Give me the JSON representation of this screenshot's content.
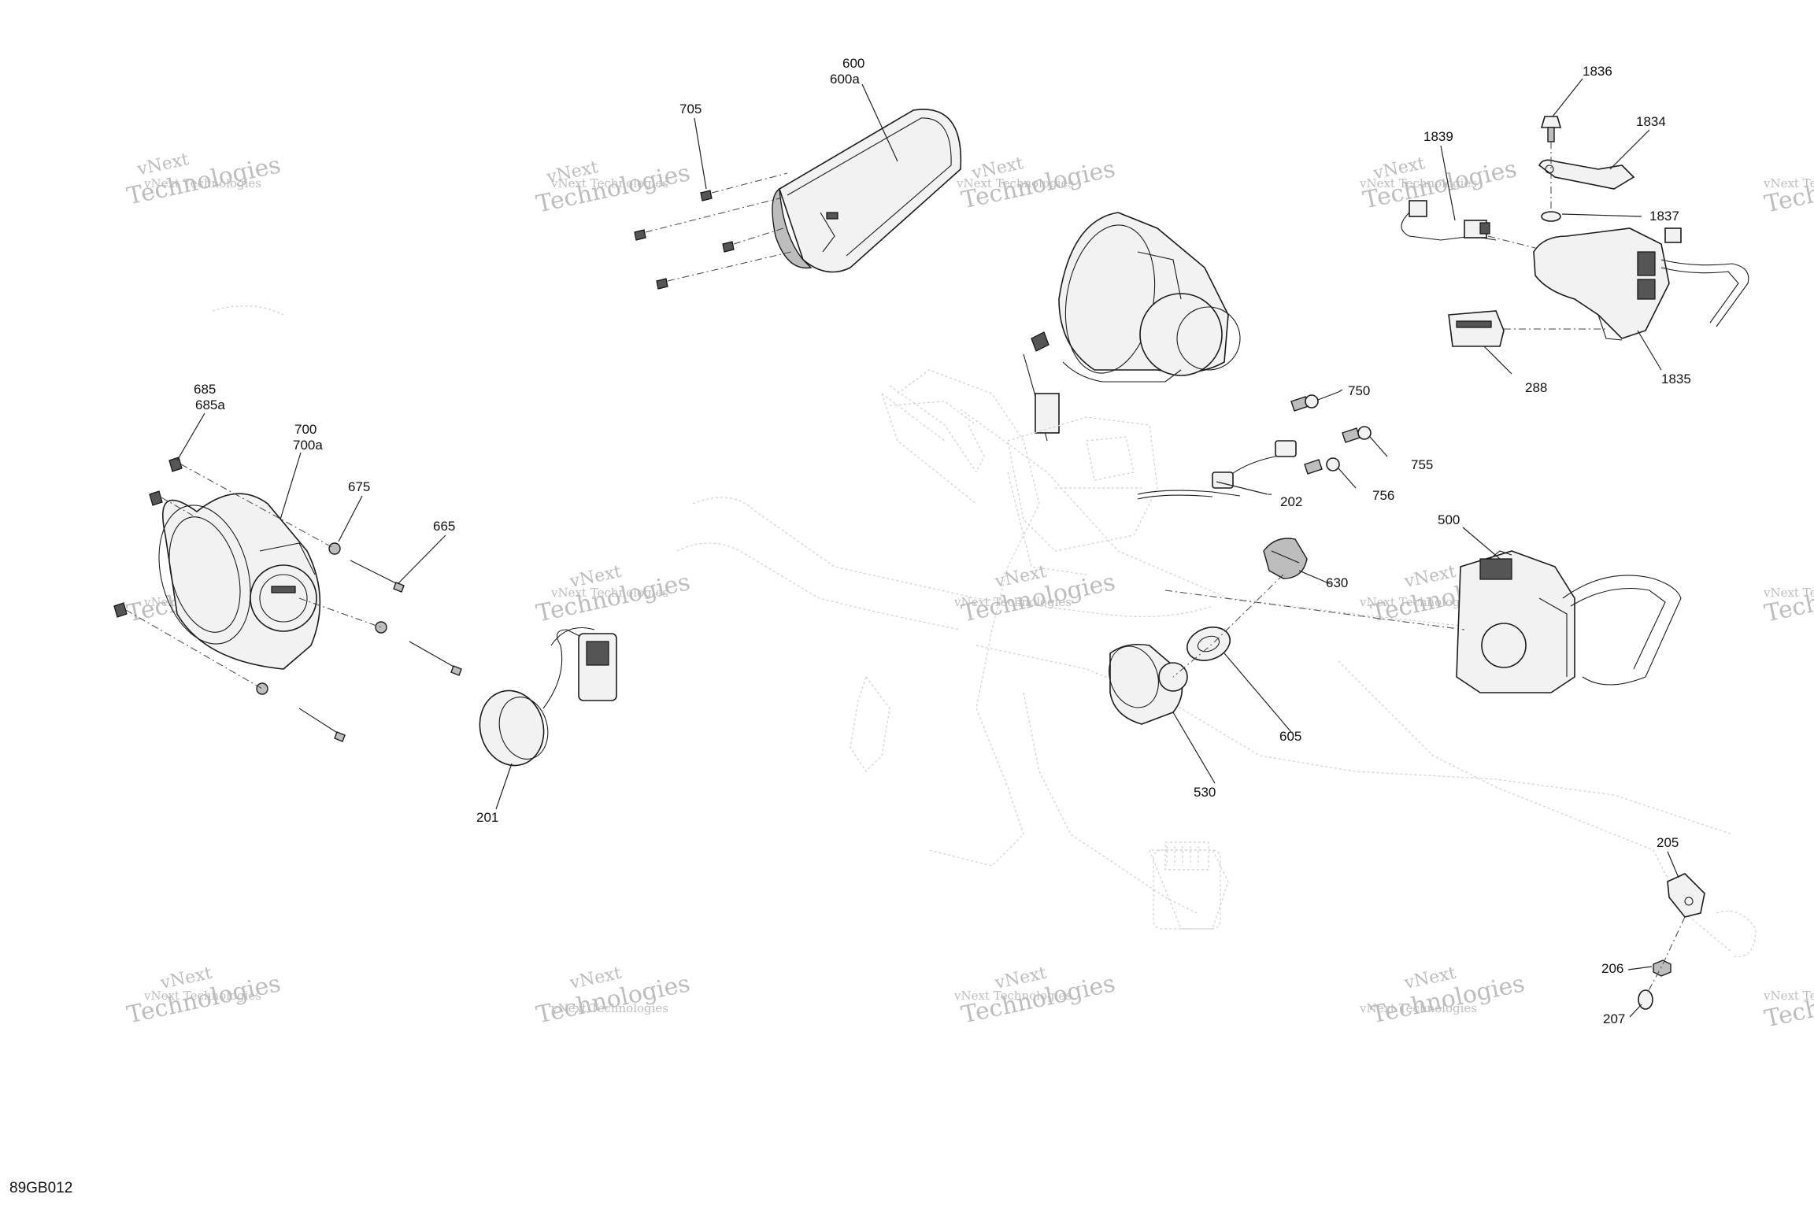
{
  "drawing_code": "89GB012",
  "watermark": {
    "line1": "vNext Technologies",
    "line2": "vNext",
    "line3": "Technologies"
  },
  "callouts": {
    "c600": "600",
    "c600a": "600a",
    "c705": "705",
    "c685": "685",
    "c685a": "685a",
    "c700": "700",
    "c700a": "700a",
    "c675": "675",
    "c665": "665",
    "c201": "201",
    "c750": "750",
    "c755": "755",
    "c756": "756",
    "c202": "202",
    "c630": "630",
    "c605": "605",
    "c530": "530",
    "c500": "500",
    "c1836": "1836",
    "c1834": "1834",
    "c1839": "1839",
    "c1837": "1837",
    "c288": "288",
    "c1835": "1835",
    "c205": "205",
    "c206": "206",
    "c207": "207"
  }
}
